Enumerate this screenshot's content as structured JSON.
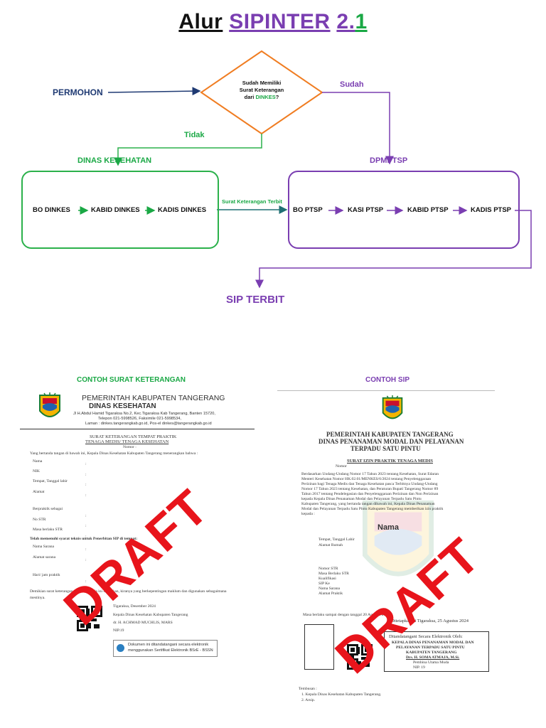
{
  "title": {
    "word1": "Alur",
    "word2": "SIPINTER",
    "version_a": "2.",
    "version_b": "1"
  },
  "flow": {
    "permohon": "PERMOHON",
    "decision_line1": "Sudah Memiliki",
    "decision_line2": "Surat Keterangan",
    "decision_line3_prefix": "dari ",
    "decision_line3_highlight": "DINKES",
    "decision_line3_suffix": "?",
    "sudah": "Sudah",
    "tidak": "Tidak",
    "dinas_kesehatan": "DINAS KESEHATAN",
    "dpmptsp": "DPMPTSP",
    "dinkes_steps": [
      "BO DINKES",
      "KABID DINKES",
      "KADIS DINKES"
    ],
    "ptsp_steps": [
      "BO PTSP",
      "KASI PTSP",
      "KABID PTSP",
      "KADIS PTSP"
    ],
    "surat_keterangan_terbit": "Surat Keterangan Terbit",
    "sip_terbit": "SIP TERBIT"
  },
  "colors": {
    "navy": "#1f3a73",
    "green": "#1aa845",
    "purple": "#7a3eb1",
    "orange": "#f07d22",
    "draft_red": "#e8141b"
  },
  "left_doc": {
    "heading": "CONTOH SURAT KETERANGAN",
    "gov": "PEMERINTAH KABUPATEN TANGERANG",
    "dept": "DINAS KESEHATAN",
    "addr1": "Jl H.Abdul Hamid Tigaraksa No.2, Kec.Tigaraksa Kab Tangerang, Banten 15720,",
    "addr2": "Telepon 021-5998526, Faksimile 021-5998534,",
    "addr3": "Laman : dinkes.tangerangkab.go.id, Pos-el dinkes@tangerangkab.go.id",
    "doc_title1": "SURAT KETERANGAN TEMPAT PRAKTIK",
    "doc_title2": "TENAGA MEDIS/ TENAGA KESEHATAN",
    "nomor": "Nomor :",
    "intro": "Yang bertanda tangan di bawah ini, Kepala Dinas Kesehatan  Kabupaten Tangerang menerangkan bahwa :",
    "fields": [
      "Nama",
      "NIK",
      "Tempat, Tanggal lahir",
      "Alamat",
      "Berpraktik sebagai",
      "No STR",
      "Masa berlaku STR"
    ],
    "memenuhi": "Telah memenuhi syarat teknis untuk Penerbitan SIP di tempat:",
    "fields2": [
      "Nama Sarana",
      "Alamat sarana",
      "Hari/ jam praktik"
    ],
    "closing": "Demikian surat keterangan tempat bekerja ini diberikan, kiranya yang berkepentingan maklum dan digunakan sebagaimana",
    "closing2": "mestinya.",
    "sign_place": "Tigaraksa,       Desember 2024",
    "sign_role": "Kepala Dinas Kesehatan Kabupaten Tangerang",
    "sign_name": "dr. H. ACHMAD MUCHLIS, MARS",
    "sign_nip": "NIP.19",
    "esign1": "Dokumen ini ditandatangani secara elektronik",
    "esign2": "menggunakan Sertifikat Elektronik BSrE - BSSN",
    "draft": "DRAFT"
  },
  "right_doc": {
    "heading": "CONTOH SIP",
    "gov": "PEMERINTAH KABUPATEN TANGERANG",
    "dept1": "DINAS PENANAMAN MODAL DAN PELAYANAN",
    "dept2": "TERPADU SATU PINTU",
    "doc_title": "SURAT IZIN PRAKTIK TENAGA MEDIS",
    "nomor": "Nomor",
    "body": [
      "Berdasarkan Undang-Undang Nomor 17 Tahun 2023 tentang Kesehatan, Surat Edaran",
      "Menteri Kesehatan Nomor HK.02.01/MENKES/6/2024 tentang Penyelenggaraan",
      "Perizinan bagi Tenaga Medis dan Tenaga Kesehatan pasca Terbitnya Undang-Undang",
      "Nomor 17 Tahun 2023 tentang Kesehatan, dan Peraturan Bupati Tangerang Nomor 89",
      "Tahun 2017 tentang Pendelegasian dan Penyelenggaraan Perizinan dan Non Perizinan",
      "kepada Kepala Dinas Penanaman Modal dan Pelayanan Terpadu Satu Pintu",
      "Kabupaten Tangerang, yang bertanda tangan dibawah ini, Kepala Dinas Penanaman",
      "Modal dan Pelayanan Terpadu Satu Pintu Kabupaten Tangerang memberikan izin praktik",
      "kepada :"
    ],
    "nama": "Nama",
    "fields1": [
      "Tempat, Tanggal Lahir",
      "Alamat Rumah"
    ],
    "fields2": [
      "Nomor STR",
      "Masa Berlaku STR",
      "Kualifikasi",
      "SIP Ke",
      "Nama Sarana",
      "Alamat Praktik"
    ],
    "masa_berlaku": "Masa berlaku sampai dengan tanggal 20 Agustus 2028",
    "ditetapkan": "Ditetapkan di Tigaraksa, 25 Agustus 2024",
    "esign_head": "Ditandatangani Secara Elektronik Oleh:",
    "esign_role1": "KEPALA DINAS PENANAMAN MODAL DAN",
    "esign_role2": "PELAYANAN TERPADU SATU PINTU",
    "esign_role3": "KABUPATEN TANGERANG",
    "esign_name": "Drs. H. SOMA ATMAJA, M.Si.",
    "esign_rank": "Pembina Utama Muda",
    "esign_nip": "NIP. 19",
    "tembusan": "Tembusan :",
    "tembusan_items": [
      "1.   Kepala Dinas Kesehatan Kabupaten Tangerang.",
      "2.   Arsip."
    ],
    "draft": "DRAFT"
  }
}
